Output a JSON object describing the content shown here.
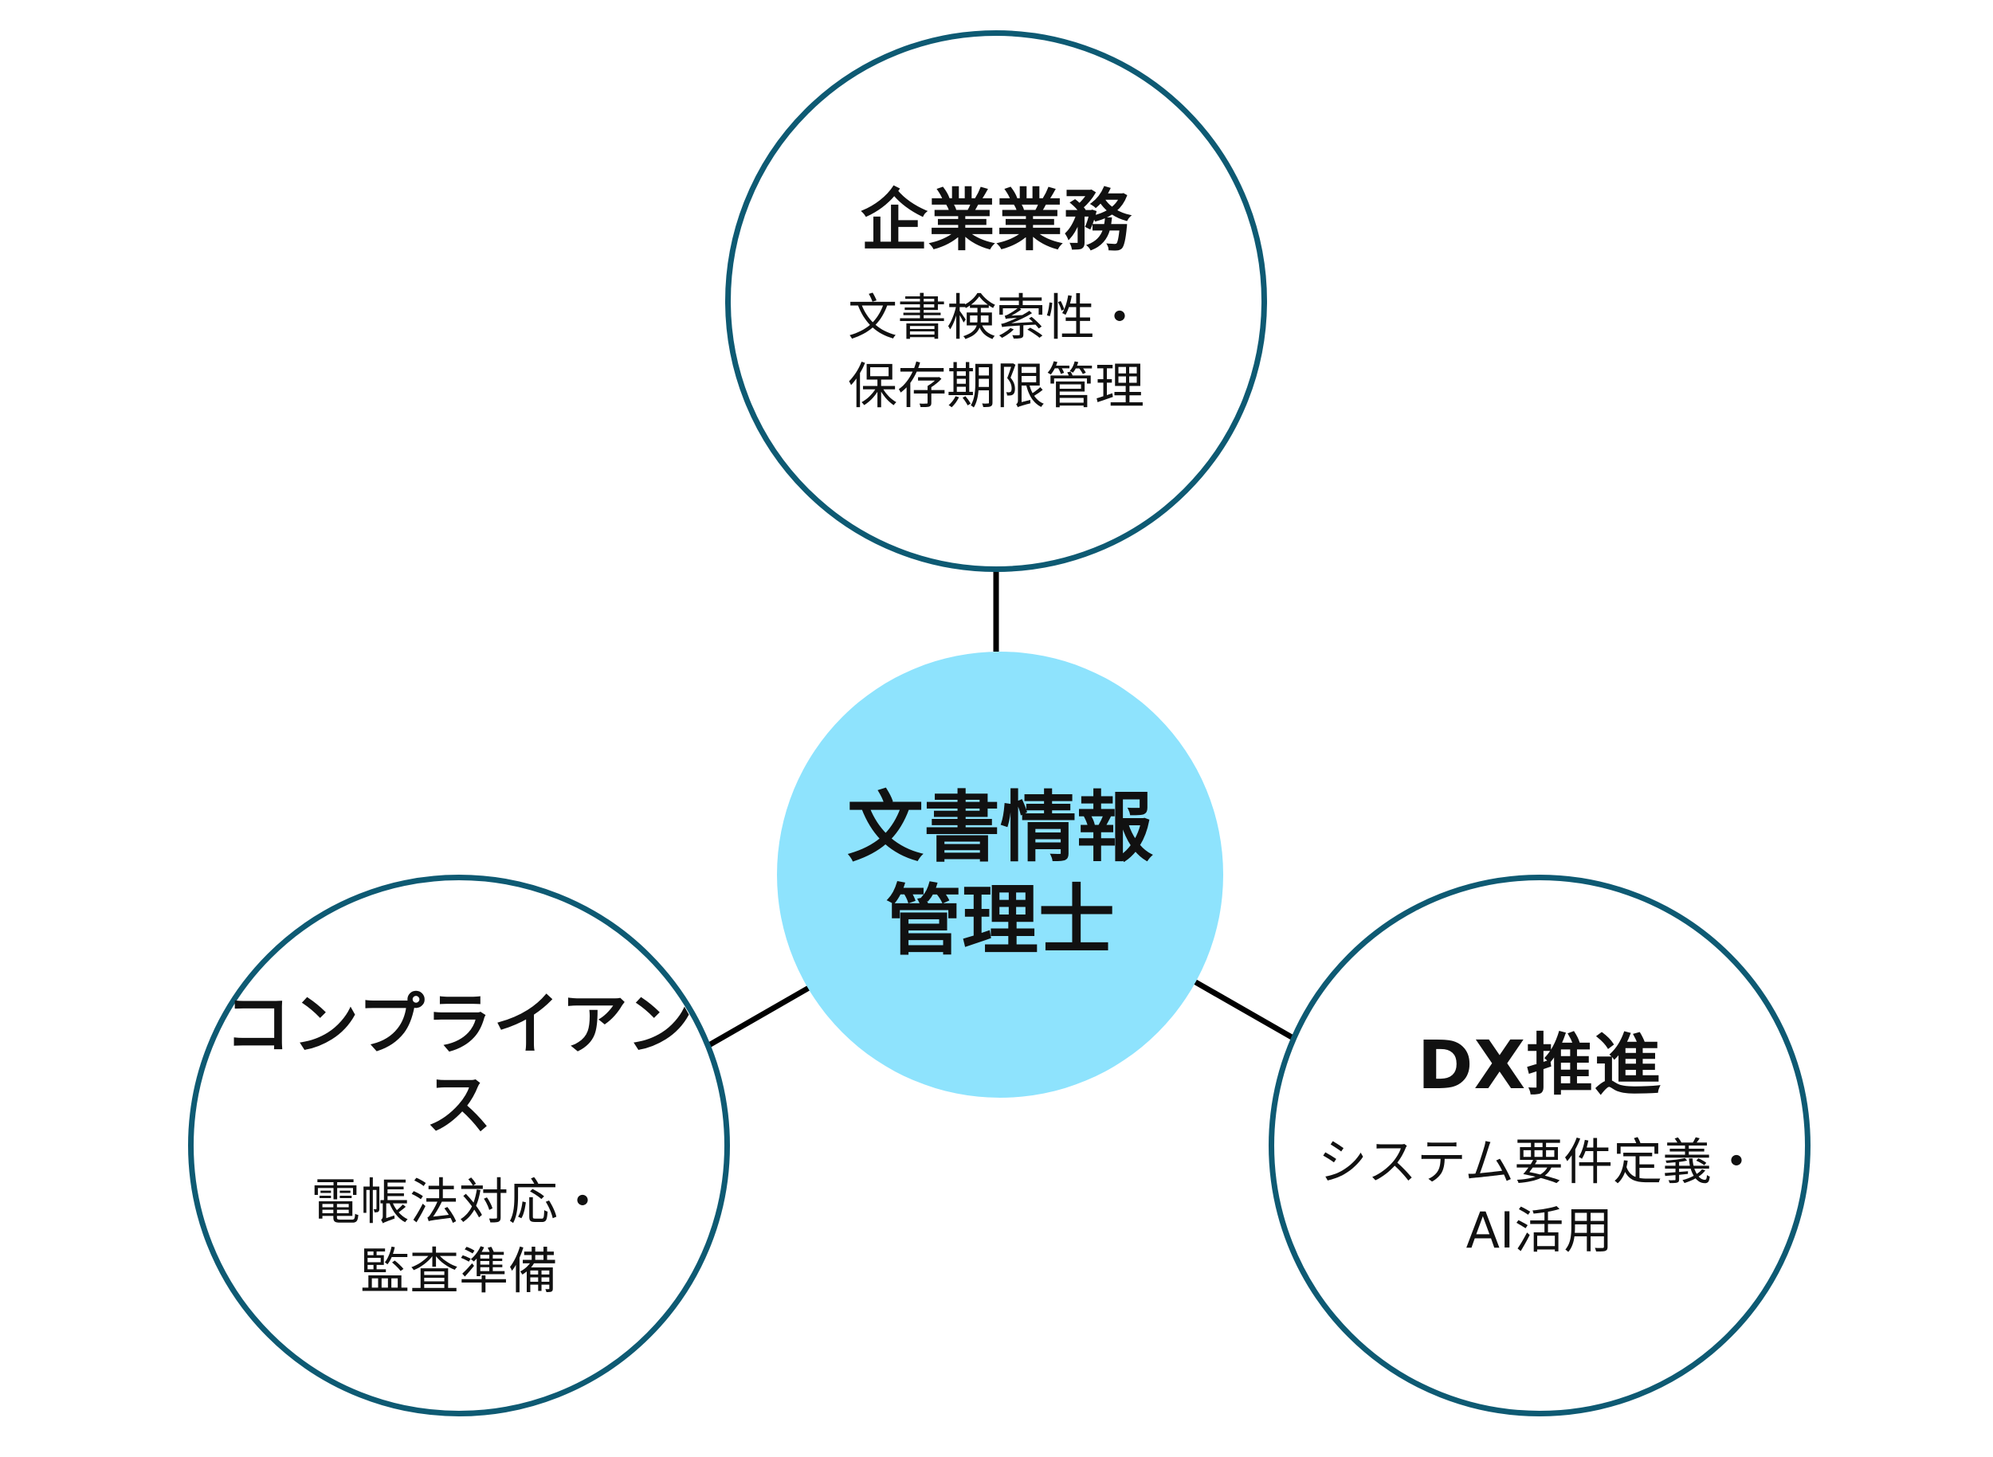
{
  "center": {
    "line1": "文書情報",
    "line2": "管理士"
  },
  "nodes": {
    "top": {
      "title": "企業業務",
      "sub1": "文書検索性・",
      "sub2": "保存期限管理"
    },
    "left": {
      "title": "コンプライアンス",
      "sub1": "電帳法対応・",
      "sub2": "監査準備"
    },
    "right": {
      "title": "DX推進",
      "sub1": "システム要件定義・",
      "sub2": "AI活用"
    }
  },
  "colors": {
    "outer_border": "#0e5a73",
    "center_fill": "#8ee3fd",
    "connector": "#000000"
  }
}
